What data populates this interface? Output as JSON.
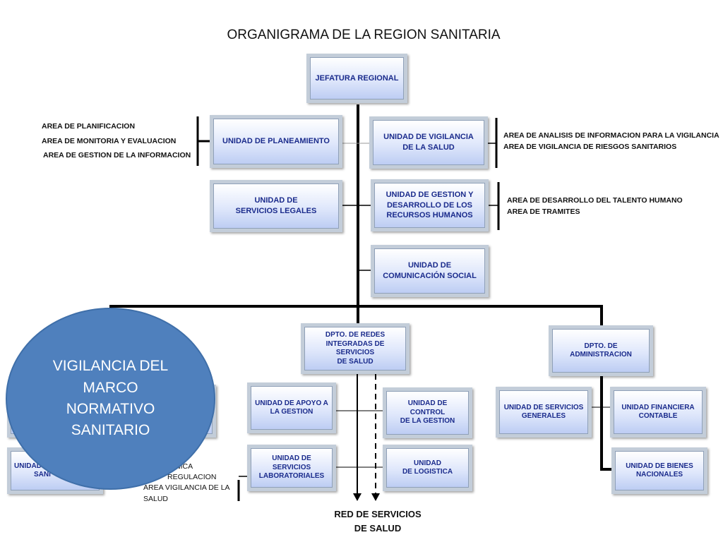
{
  "title": "ORGANIGRAMA DE LA REGION SANITARIA",
  "boxes": {
    "jefatura": [
      "JEFATURA REGIONAL"
    ],
    "planeamiento": [
      "UNIDAD DE PLANEAMIENTO"
    ],
    "vigilancia_salud": [
      "UNIDAD DE VIGILANCIA",
      "DE LA SALUD"
    ],
    "servicios_legales": [
      "UNIDAD DE",
      "SERVICIOS LEGALES"
    ],
    "recursos_humanos": [
      "UNIDAD DE GESTION Y",
      "DESARROLLO DE LOS",
      "RECURSOS HUMANOS"
    ],
    "comunicacion": [
      "UNIDAD DE",
      "COMUNICACIÓN SOCIAL"
    ],
    "redes": [
      "DPTO. DE REDES",
      "INTEGRADAS DE SERVICIOS",
      "DE SALUD"
    ],
    "administracion": [
      "DPTO.  DE",
      "ADMINISTRACION"
    ],
    "apoyo_gestion": [
      "UNIDAD DE APOYO A",
      "LA GESTION"
    ],
    "control_gestion": [
      "UNIDAD DE CONTROL",
      "DE LA GESTION"
    ],
    "laboratoriales": [
      "UNIDAD DE SERVICIOS",
      "LABORATORIALES"
    ],
    "logistica": [
      "UNIDAD",
      "DE LOGISTICA"
    ],
    "servicios_generales": [
      "UNIDAD DE SERVICIOS",
      "GENERALES"
    ],
    "financiera": [
      "UNIDAD FINANCIERA",
      "CONTABLE"
    ],
    "bienes": [
      "UNIDAD DE BIENES",
      "NACIONALES"
    ],
    "partial_left": [
      "UNIDAD",
      "SANI"
    ]
  },
  "notes": {
    "planeamiento": [
      "AREA DE PLANIFICACION",
      "AREA DE MONITORIA Y EVALUACION",
      "AREA DE GESTION DE LA INFORMACION"
    ],
    "vigilancia": [
      "AREA DE ANALISIS DE INFORMACION PARA LA VIGILANCIA",
      "AREA DE VIGILANCIA DE RIESGOS SANITARIOS"
    ],
    "rrhh": [
      "AREA DE DESARROLLO DEL TALENTO HUMANO",
      "AREA DE TRAMITES"
    ],
    "bottom_left": [
      "NICA",
      "REGULACION",
      "AREA VIGILANCIA DE LA",
      "SALUD"
    ]
  },
  "oval": [
    "VIGILANCIA DEL",
    "MARCO",
    "NORMATIVO",
    "SANITARIO"
  ],
  "red_servicios": [
    "RED DE SERVICIOS",
    "DE SALUD"
  ],
  "colors": {
    "box_text": "#1a2b8c",
    "box_fill": "#dfe7fb",
    "oval_fill": "#4f80bd",
    "line": "#000000"
  }
}
